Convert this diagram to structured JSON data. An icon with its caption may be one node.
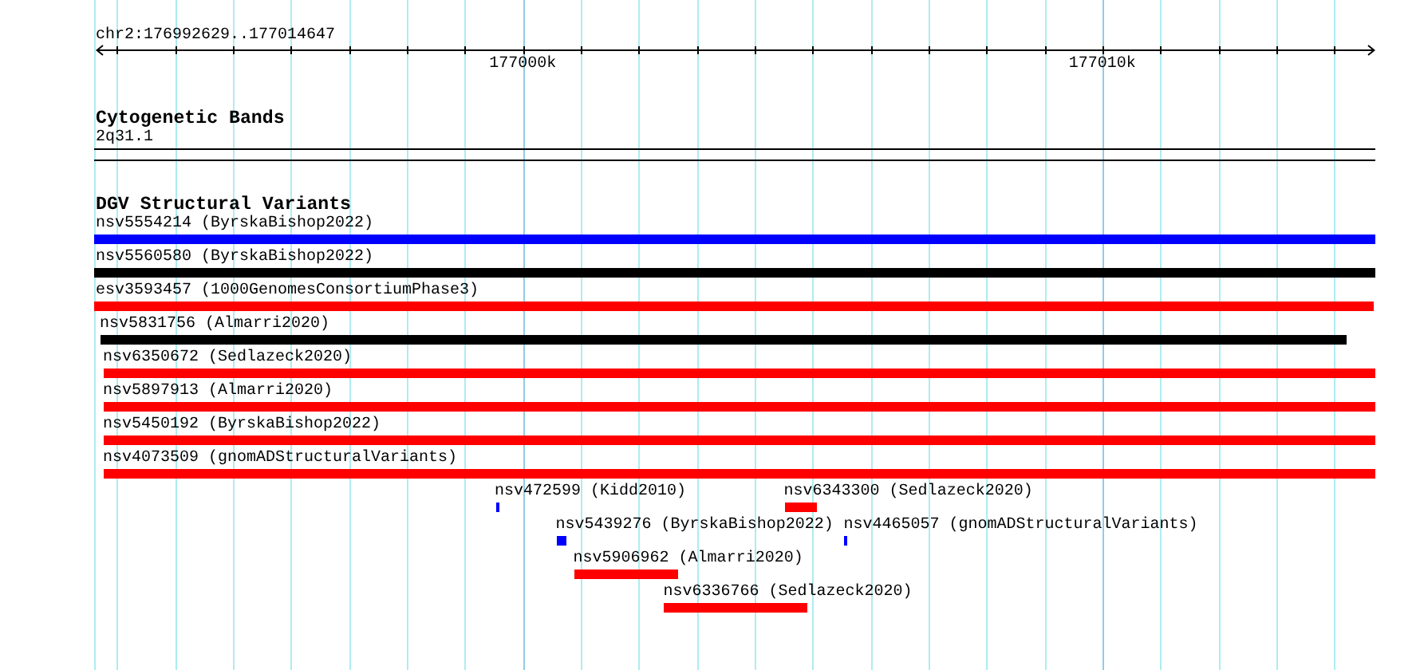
{
  "diagram": {
    "nodes": [
      {
        "text": [
          "2q31.1"
        ]
      },
      {
        "text": [
          "nsv5554214 (ByrskaBishop2022)"
        ]
      },
      {
        "text": [
          "nsv5560580 (ByrskaBishop2022)"
        ]
      },
      {
        "text": [
          "esv3593457 (1000GenomesConsortiumPhase3)"
        ]
      },
      {
        "text": [
          "nsv5831756 (Almarri2020)"
        ]
      },
      {
        "text": [
          "nsv6350672 (Sedlazeck2020)"
        ]
      },
      {
        "text": [
          "nsv5897913 (Almarri2020)"
        ]
      },
      {
        "text": [
          "nsv5450192 (ByrskaBishop2022)"
        ]
      },
      {
        "text": [
          "nsv4073509 (gnomADStructuralVariants)"
        ]
      },
      {
        "text": [
          "nsv472599 (Kidd2010)"
        ]
      },
      {
        "text": [
          "nsv6343300 (Sedlazeck2020)"
        ]
      },
      {
        "text": [
          "nsv5439276 (ByrskaBishop2022)"
        ]
      },
      {
        "text": [
          "nsv4465057 (gnomADStructuralVariants)"
        ]
      },
      {
        "text": [
          "nsv5906962 (Almarri2020)"
        ]
      },
      {
        "text": [
          "nsv6336766 (Sedlazeck2020)"
        ]
      }
    ],
    "labels": [
      "chr2:176992629..177014647",
      "177000k",
      "177010k",
      "Cytogenetic Bands",
      "DGV Structural Variants"
    ]
  }
}
